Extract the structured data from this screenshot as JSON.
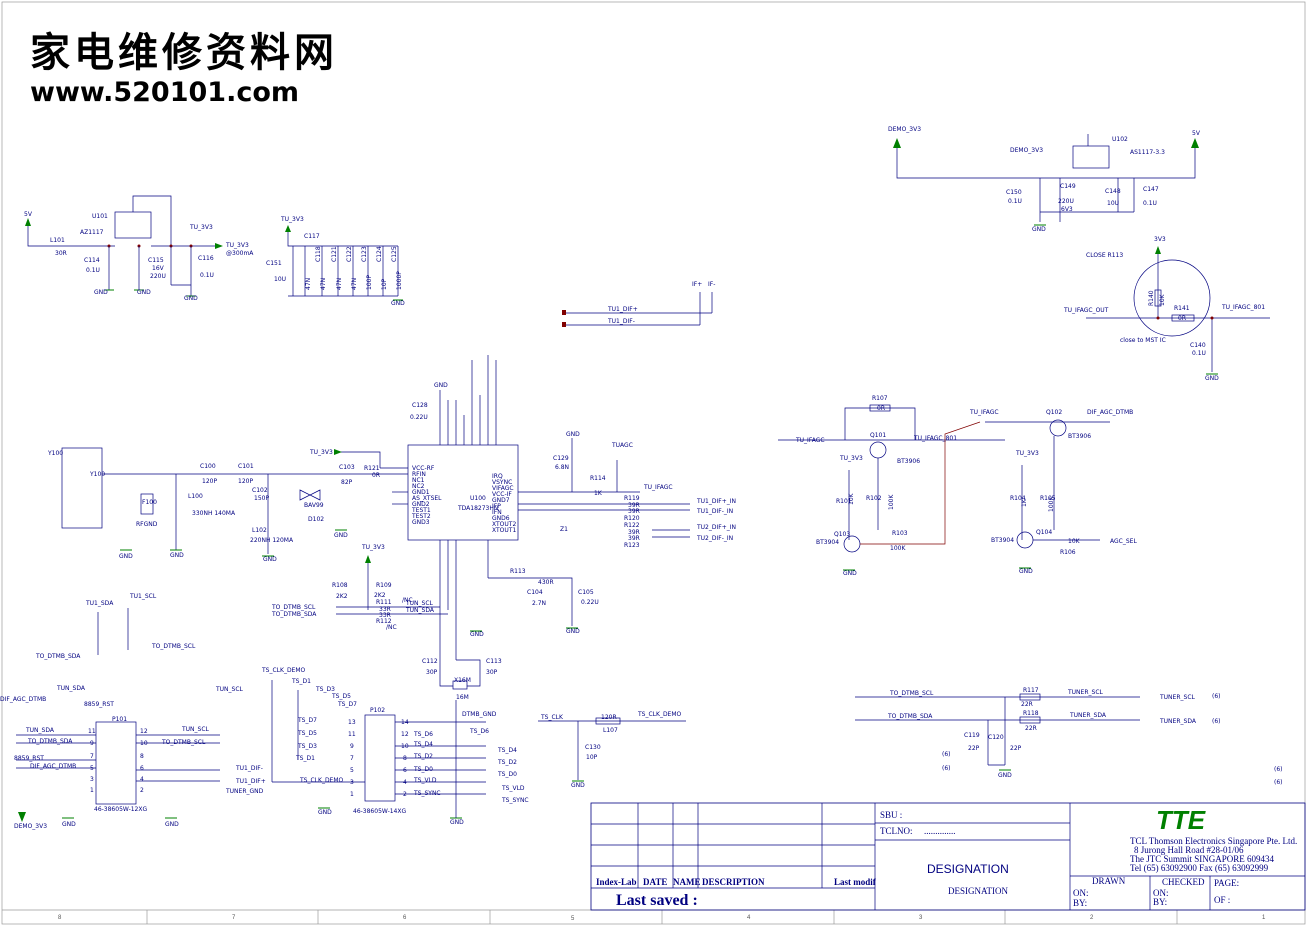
{
  "watermark": {
    "chinese": "家电维修资料网",
    "url": "www.520101.com"
  },
  "columns": [
    "8",
    "7",
    "6",
    "5",
    "4",
    "3",
    "2",
    "1"
  ],
  "title_block": {
    "sbu": "SBU :",
    "tclno": "TCLNO:",
    "tclno_dots": "..............",
    "index_lab": "Index-Lab",
    "date": "DATE",
    "name": "NAME",
    "description": "DESCRIPTION",
    "last_modif": "Last modif",
    "last_saved": "Last saved :",
    "designation_big": "DESIGNATION",
    "designation_small": "DESIGNATION",
    "logo": "TTE",
    "company": [
      "TCL Thomson Electronics Singapore Pte. Ltd.",
      "8 Jurong Hall Road #28-01/06",
      "The JTC Summit SINGAPORE 609434",
      "Tel (65) 63092900 Fax (65) 63092999"
    ],
    "drawn": "DRAWN",
    "checked": "CHECKED",
    "page": "PAGE:",
    "on": "ON:",
    "by": "BY:",
    "of": "OF :"
  },
  "regulator_left": {
    "in": "5V",
    "l101": "L101",
    "l101v": "30R",
    "u101": "U101",
    "u101p": "AZ1117",
    "c114": "C114",
    "c114v": "0.1U",
    "c115": "C115",
    "c115v1": "16V",
    "c115v2": "220U",
    "c116": "C116",
    "c116v": "0.1U",
    "tu3v3": "TU_3V3",
    "out": "TU_3V3",
    "cur": "@300mA",
    "gnd": "GND"
  },
  "decoupling": {
    "net": "TU_3V3",
    "c117": "C117",
    "c151": "C151",
    "c151v": "10U",
    "caps": [
      "C118",
      "C121",
      "C122",
      "C123",
      "C124",
      "C125"
    ],
    "vals": [
      "47N",
      "47N",
      "47N",
      "47N",
      "100P",
      "10P",
      "1000P"
    ]
  },
  "ifnet": {
    "tu1p": "TU1_DIF+",
    "tu1n": "TU1_DIF-",
    "ifp": "IF+",
    "ifn": "IF-"
  },
  "regulator_right": {
    "demo": "DEMO_3V3",
    "demo2": "DEMO_3V3",
    "u102": "U102",
    "u102p": "AS1117-3.3",
    "v5": "5V",
    "c150": "C150",
    "c150v": "0.1U",
    "c149": "C149",
    "c149v1": "220U",
    "c149v2": "6V3",
    "c148": "C148",
    "c148v": "10U",
    "c147": "C147",
    "c147v": "0.1U"
  },
  "agc_block": {
    "close": "CLOSE R113",
    "v33": "3V3",
    "r140": "R140",
    "r140v": "10K",
    "r141": "R141",
    "r141v": "0R",
    "in": "TU_IFAGC_OUT",
    "out": "TU_IFAGC_801",
    "c140": "C140",
    "c140v": "0.1U",
    "note": "close to MST IC"
  },
  "tuner": {
    "u100": "U100",
    "part": "TDA18273HN",
    "y100": "Y100",
    "f100": "F100",
    "rfgnd": "RFGND",
    "l100": "L100",
    "l100v": "330NH 140MA",
    "l102": "L102",
    "l102v": "220NH 120MA",
    "c100": "C100",
    "c100v": "120P",
    "c101": "C101",
    "c101v": "120P",
    "c102": "C102",
    "c102v": "150P",
    "d102": "D102",
    "d102p": "BAV99",
    "c103": "C103",
    "c103v": "82P",
    "r121": "R121",
    "r121v": "0R",
    "tu3v3": "TU_3V3",
    "c128": "C128",
    "c128v": "0.22U",
    "c129": "C129",
    "c129v": "6.8N",
    "r114": "R114",
    "r114v": "1K",
    "tuagc": "TUAGC",
    "ifagc": "TU_IFAGC",
    "r119": "R119",
    "r120": "R120",
    "r122": "R122",
    "r123": "R123",
    "rv": [
      "39R",
      "39R",
      "39R",
      "39R"
    ],
    "difp": "TU1_DIF+_IN",
    "difn": "TU1_DIF-_IN",
    "dif2p": "TU2_DIF+_IN",
    "dif2n": "TU2_DIF-_IN",
    "z1": "Z1",
    "r113": "R113",
    "r113v": "430R",
    "c104": "C104",
    "c104v": "2.7N",
    "c105": "C105",
    "c105v": "0.22U",
    "r108": "R108",
    "r108v": "2K2",
    "r109": "R109",
    "r109v": "2K2",
    "sda": "TO_DTMB_SDA",
    "scl": "TO_DTMB_SCL",
    "tunscl": "TUN_SCL",
    "tunsda": "TUN_SDA",
    "r111": "R111",
    "r112": "R112",
    "r33": "33R",
    "nc": "/NC",
    "x16": "X16M",
    "x16v": "16M",
    "c112": "C112",
    "c112v": "30P",
    "c113": "C113",
    "c113v": "30P",
    "pins_left": [
      "VCC-RF",
      "RFIN",
      "NC1",
      "NC2",
      "GND1",
      "AS_XTSEL",
      "GND2",
      "TEST1",
      "TEST2",
      "GND3"
    ],
    "pins_right": [
      "IRQ",
      "VSYNC",
      "VIFAGC",
      "VCC-IF",
      "GND7",
      "IFP",
      "IFN",
      "GND6",
      "XTOUT2",
      "XTOUT1"
    ],
    "gnd": "GND"
  },
  "agc_transistors": {
    "r107": "R107",
    "r107v": "0R",
    "q101": "Q101",
    "q101p": "BT3906",
    "in": "TU_IFAGC",
    "out": "TU_IFAGC_801",
    "r101": "R101",
    "r101v": "10K",
    "r102": "R102",
    "r102v": "100K",
    "q103": "Q103",
    "q103p": "BT3904",
    "r103": "R103",
    "r103v": "100K",
    "tuifagc": "TU_IFAGC",
    "q102": "Q102",
    "q102p": "BT3906",
    "difagc": "DIF_AGC_DTMB",
    "r104": "R104",
    "r104v": "1K",
    "r105": "R105",
    "r105v": "100K",
    "q104": "Q104",
    "q104p": "BT3904",
    "r106": "R106",
    "r106v": "10K",
    "agcsel": "AGC_SEL",
    "tu3v3": "TU_3V3"
  },
  "p101": {
    "ref": "P101",
    "part": "46-38605W-12XG",
    "dif": "DIF_AGC_DTMB",
    "tunsda": "TUN_SDA",
    "rst": "8859_RST",
    "sda": "TO_DTMB_SDA",
    "scl": "TO_DTMB_SCL",
    "tunscl": "TUN_SCL",
    "tu1n": "TU1_DIF-",
    "tu1p": "TU1_DIF+",
    "tgnd": "TUNER_GND",
    "demo": "DEMO_3V3",
    "tunscl2": "TUN_SCL",
    "tuscl": "TU1_SCL",
    "tusda": "TU1_SDA",
    "todtmbsda": "TO_DTMB_SDA",
    "todtmbscl": "TO_DTMB_SCL",
    "rst2": "8859_RST",
    "difagc": "DIF_AGC_DTMB",
    "tunsda2": "TUN_SDA",
    "pins_l": [
      "11",
      "9",
      "7",
      "5",
      "3",
      "1"
    ],
    "pins_r": [
      "12",
      "10",
      "8",
      "6",
      "4",
      "2"
    ]
  },
  "p102": {
    "ref": "P102",
    "part": "46-38605W-14XG",
    "clk": "TS_CLK_DEMO",
    "gnd": "DTMB_GND",
    "pins_l": [
      "13",
      "11",
      "9",
      "7",
      "5",
      "3",
      "1"
    ],
    "pins_r": [
      "14",
      "12",
      "10",
      "8",
      "6",
      "4",
      "2"
    ],
    "nets_l": [
      "TS_D1",
      "TS_D3",
      "TS_D5",
      "TS_D7",
      "TS_D5",
      "TS_D3",
      "TS_D1",
      "TS_CLK_DEMO"
    ],
    "nets_r": [
      "TS_D6",
      "TS_D4",
      "TS_D2",
      "TS_D0",
      "TS_VLD",
      "TS_SYNC"
    ],
    "out": [
      "TS_D6",
      "TS_D4",
      "TS_D2",
      "TS_D0",
      "TS_VLD",
      "TS_SYNC"
    ]
  },
  "clk": {
    "in": "TS_CLK",
    "r": "120R",
    "l": "L107",
    "out": "TS_CLK_DEMO",
    "c130": "C130",
    "c130v": "10P"
  },
  "i2c_out": {
    "scl": "TO_DTMB_SCL",
    "sda": "TO_DTMB_SDA",
    "r117": "R117",
    "r118": "R118",
    "rv": "22R",
    "tscl": "TUNER_SCL",
    "tsda": "TUNER_SDA",
    "c119": "C119",
    "c120": "C120",
    "cv": "22P",
    "six": "(6)"
  }
}
